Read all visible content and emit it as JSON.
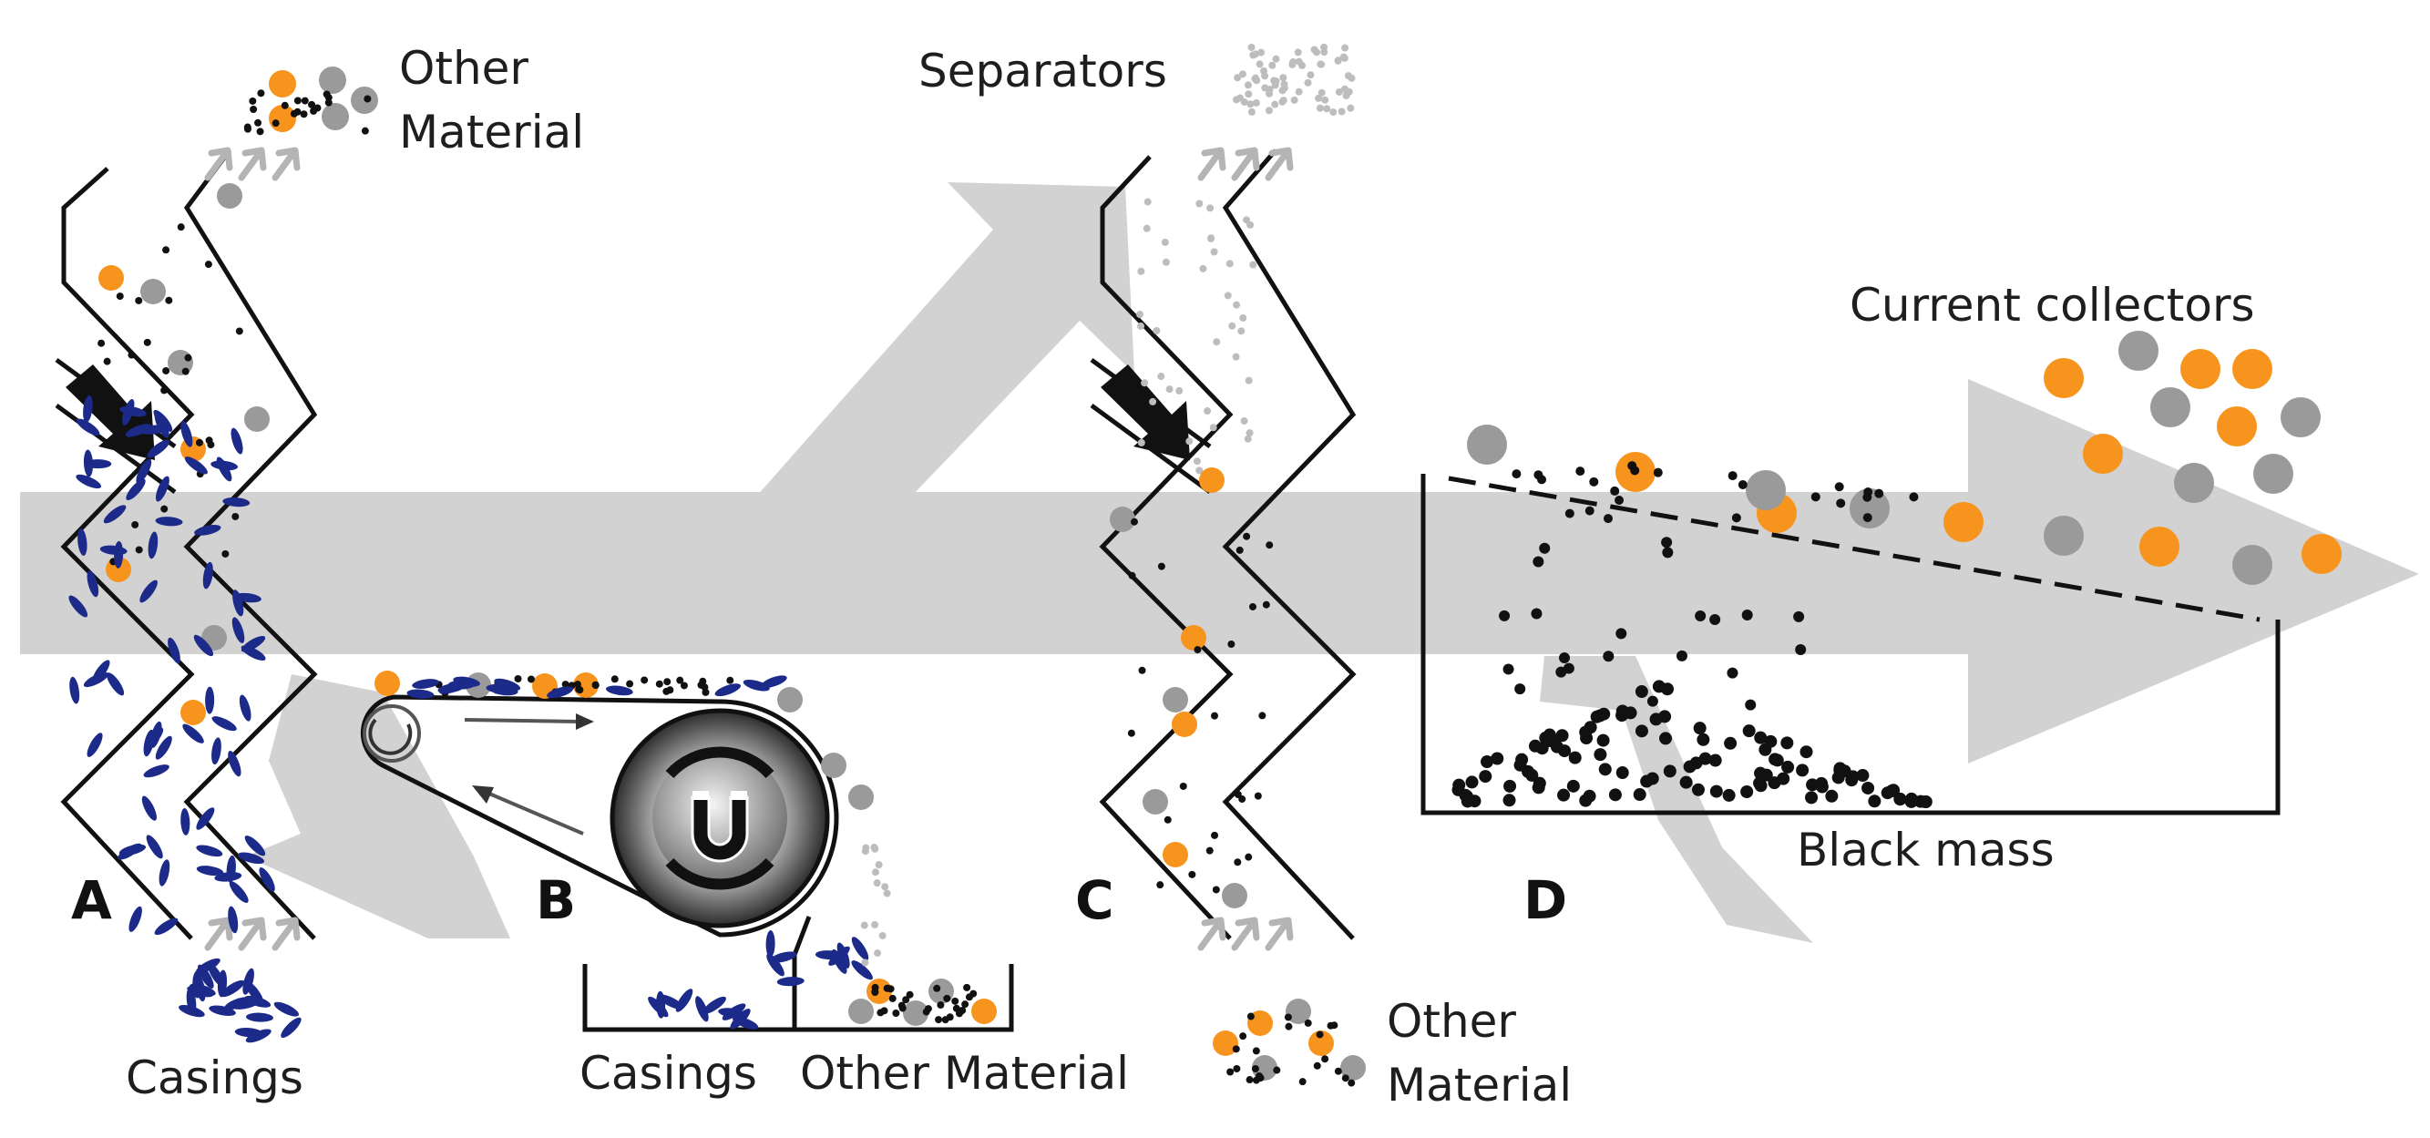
{
  "colors": {
    "background": "#ffffff",
    "flow_arrow": "#d2d2d2",
    "feed_arrow": "#b4b4b4",
    "outline": "#111111",
    "orange_particle": "#f7941d",
    "grey_particle": "#9a9a9a",
    "black_particle": "#111111",
    "light_particle": "#bdbdbd",
    "casing": "#1c2a8a"
  },
  "labels": {
    "a_other_line1": "Other",
    "a_other_line2": "Material",
    "casings_a": "Casings",
    "separators": "Separators",
    "current_collectors": "Current collectors",
    "black_mass": "Black mass",
    "casings_b": "Casings",
    "other_material_b": "Other Material",
    "c_other_line1": "Other",
    "c_other_line2": "Material"
  },
  "stages": [
    {
      "letter": "A",
      "process": "air classifier"
    },
    {
      "letter": "B",
      "process": "magnetic separator"
    },
    {
      "letter": "C",
      "process": "air classifier"
    },
    {
      "letter": "D",
      "process": "sieve"
    }
  ],
  "icons": {
    "magnet": "magnet-icon",
    "roller_small": "rotation-icon",
    "inlet_a": "inlet-arrow-icon",
    "inlet_c": "inlet-arrow-icon"
  }
}
